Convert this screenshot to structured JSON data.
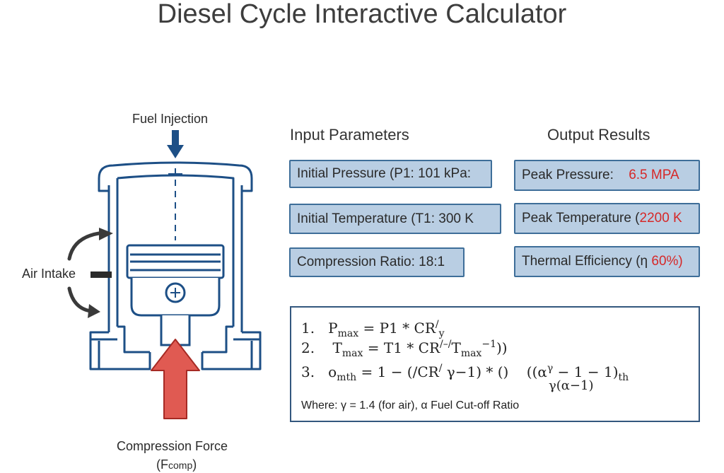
{
  "title": "Diesel Cycle Interactive Calculator",
  "diagram": {
    "fuel_label": "Fuel Injection",
    "air_label": "Air Intake",
    "force_label": "Compression Force",
    "force_symbol": "(F",
    "force_sub": "comp",
    "force_close": ")"
  },
  "inputs": {
    "heading": "Input Parameters",
    "items": [
      {
        "label": "Initial Pressure (P1: 101 kPa:"
      },
      {
        "label": "Initial Temperature (T1: 300 K"
      },
      {
        "label": "Compression Ratio: 18:1"
      }
    ]
  },
  "outputs": {
    "heading": "Output Results",
    "items": [
      {
        "label": "Peak Pressure:",
        "value": "6.5 MPA"
      },
      {
        "label": "Peak Temperature (",
        "value": "2200 K"
      },
      {
        "label": "Thermal Efficiency (η",
        "value": "60%)"
      }
    ]
  },
  "formulas": {
    "l1_num": "1.",
    "l1_a": "P",
    "l1_sub": "max",
    "l1_b": " = P1 * CR",
    "l1_sup": "/",
    "l1_sub2": "y",
    "l2_num": "2.",
    "l2_a": "T",
    "l2_sub": "max",
    "l2_b": " = T1 * CR",
    "l2_sup": "/–/",
    "l2_c": "T",
    "l2_sub2": "max",
    "l2_sup2": "−1",
    "l2_close": "))",
    "l3_num": "3.",
    "l3_a": "o",
    "l3_sub": "mth",
    "l3_b": " = 1 − (/CR",
    "l3_sup": "/",
    "l3_c": " γ−1) * ()",
    "l3_d": "((α",
    "l3_sup2": "γ",
    "l3_e": " − 1 − 1)",
    "l3_sub3": "th",
    "l3_den": "γ(α−1)",
    "where": "Where: γ = 1.4 (for air), α Fuel Cut-off Ratio"
  },
  "colors": {
    "piston_stroke": "#1d4f86",
    "box_fill": "#b9cee3",
    "box_border": "#3e6e99",
    "force_arrow": "#d9403a",
    "value_red": "#d62828"
  }
}
